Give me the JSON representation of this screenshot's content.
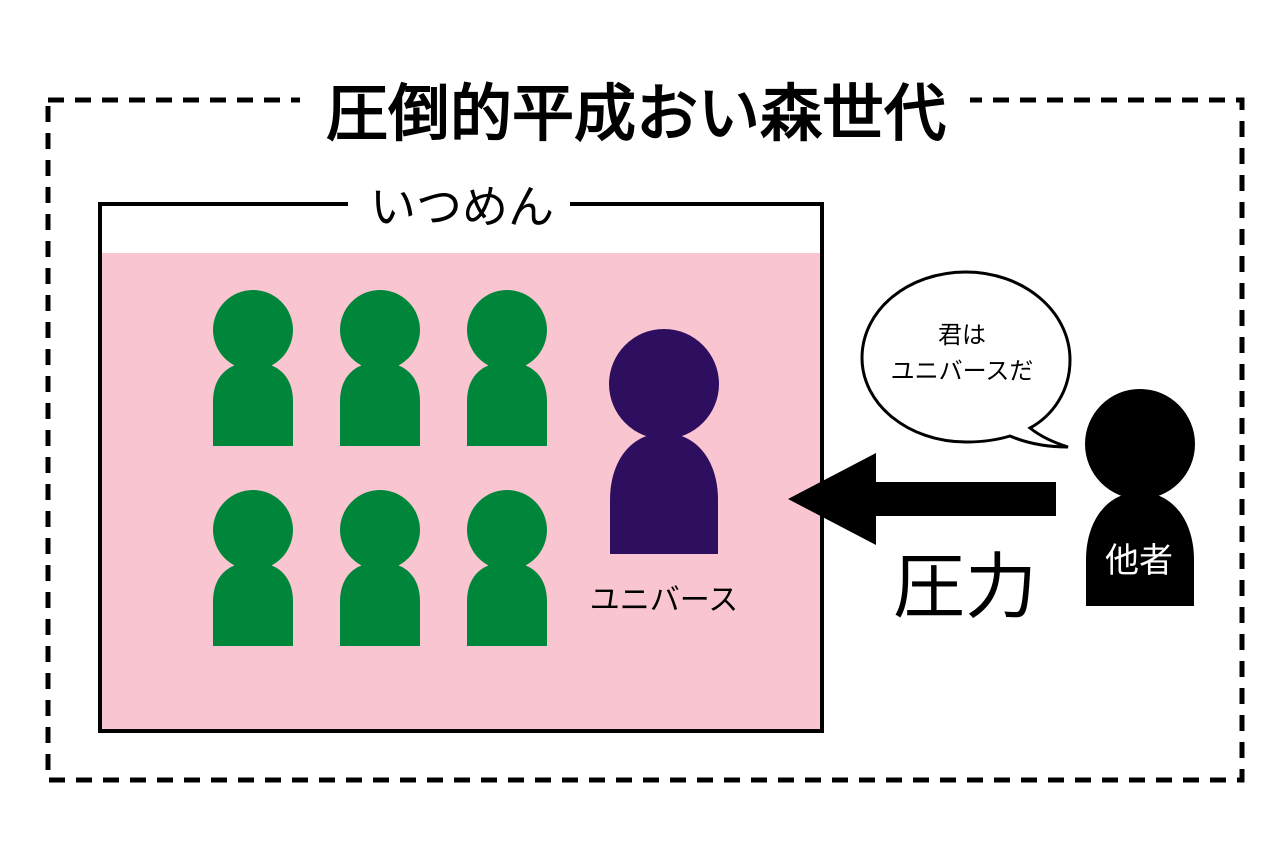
{
  "title": "圧倒的平成おい森世代",
  "group": {
    "label": "いつめん"
  },
  "target": {
    "label": "ユニバース"
  },
  "speech": {
    "line1": "君は",
    "line2": "ユニバースだ"
  },
  "arrow": {
    "label": "圧力"
  },
  "other": {
    "label": "他者"
  },
  "colors": {
    "member": "#00863A",
    "target": "#2E0E5E",
    "other": "#000000",
    "group_fill": "#F9C5D0"
  },
  "members": [
    {
      "id": "m1"
    },
    {
      "id": "m2"
    },
    {
      "id": "m3"
    },
    {
      "id": "m4"
    },
    {
      "id": "m5"
    },
    {
      "id": "m6"
    }
  ]
}
